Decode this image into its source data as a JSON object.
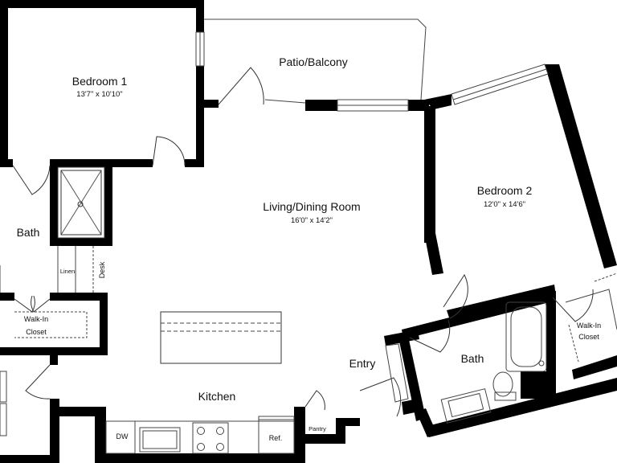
{
  "rooms": {
    "bedroom1": {
      "name": "Bedroom 1",
      "dims": "13'7\" x 10'10\""
    },
    "patio": {
      "name": "Patio/Balcony"
    },
    "living": {
      "name": "Living/Dining Room",
      "dims": "16'0\" x 14'2\""
    },
    "bedroom2": {
      "name": "Bedroom 2",
      "dims": "12'0\" x 14'6\""
    },
    "bath_left": {
      "name": "Bath"
    },
    "closet_left": {
      "line1": "Walk-In",
      "line2": "Closet"
    },
    "linen": {
      "name": "Linen"
    },
    "desk": {
      "name": "Desk"
    },
    "kitchen": {
      "name": "Kitchen"
    },
    "entry": {
      "name": "Entry"
    },
    "bath_right": {
      "name": "Bath"
    },
    "closet_right": {
      "line1": "Walk-In",
      "line2": "Closet"
    },
    "dw": {
      "name": "DW"
    },
    "ref": {
      "name": "Ref."
    },
    "pantry": {
      "name": "Pantry"
    }
  },
  "colors": {
    "wall": "#000000",
    "fixture": "#444444",
    "background": "#ffffff"
  }
}
